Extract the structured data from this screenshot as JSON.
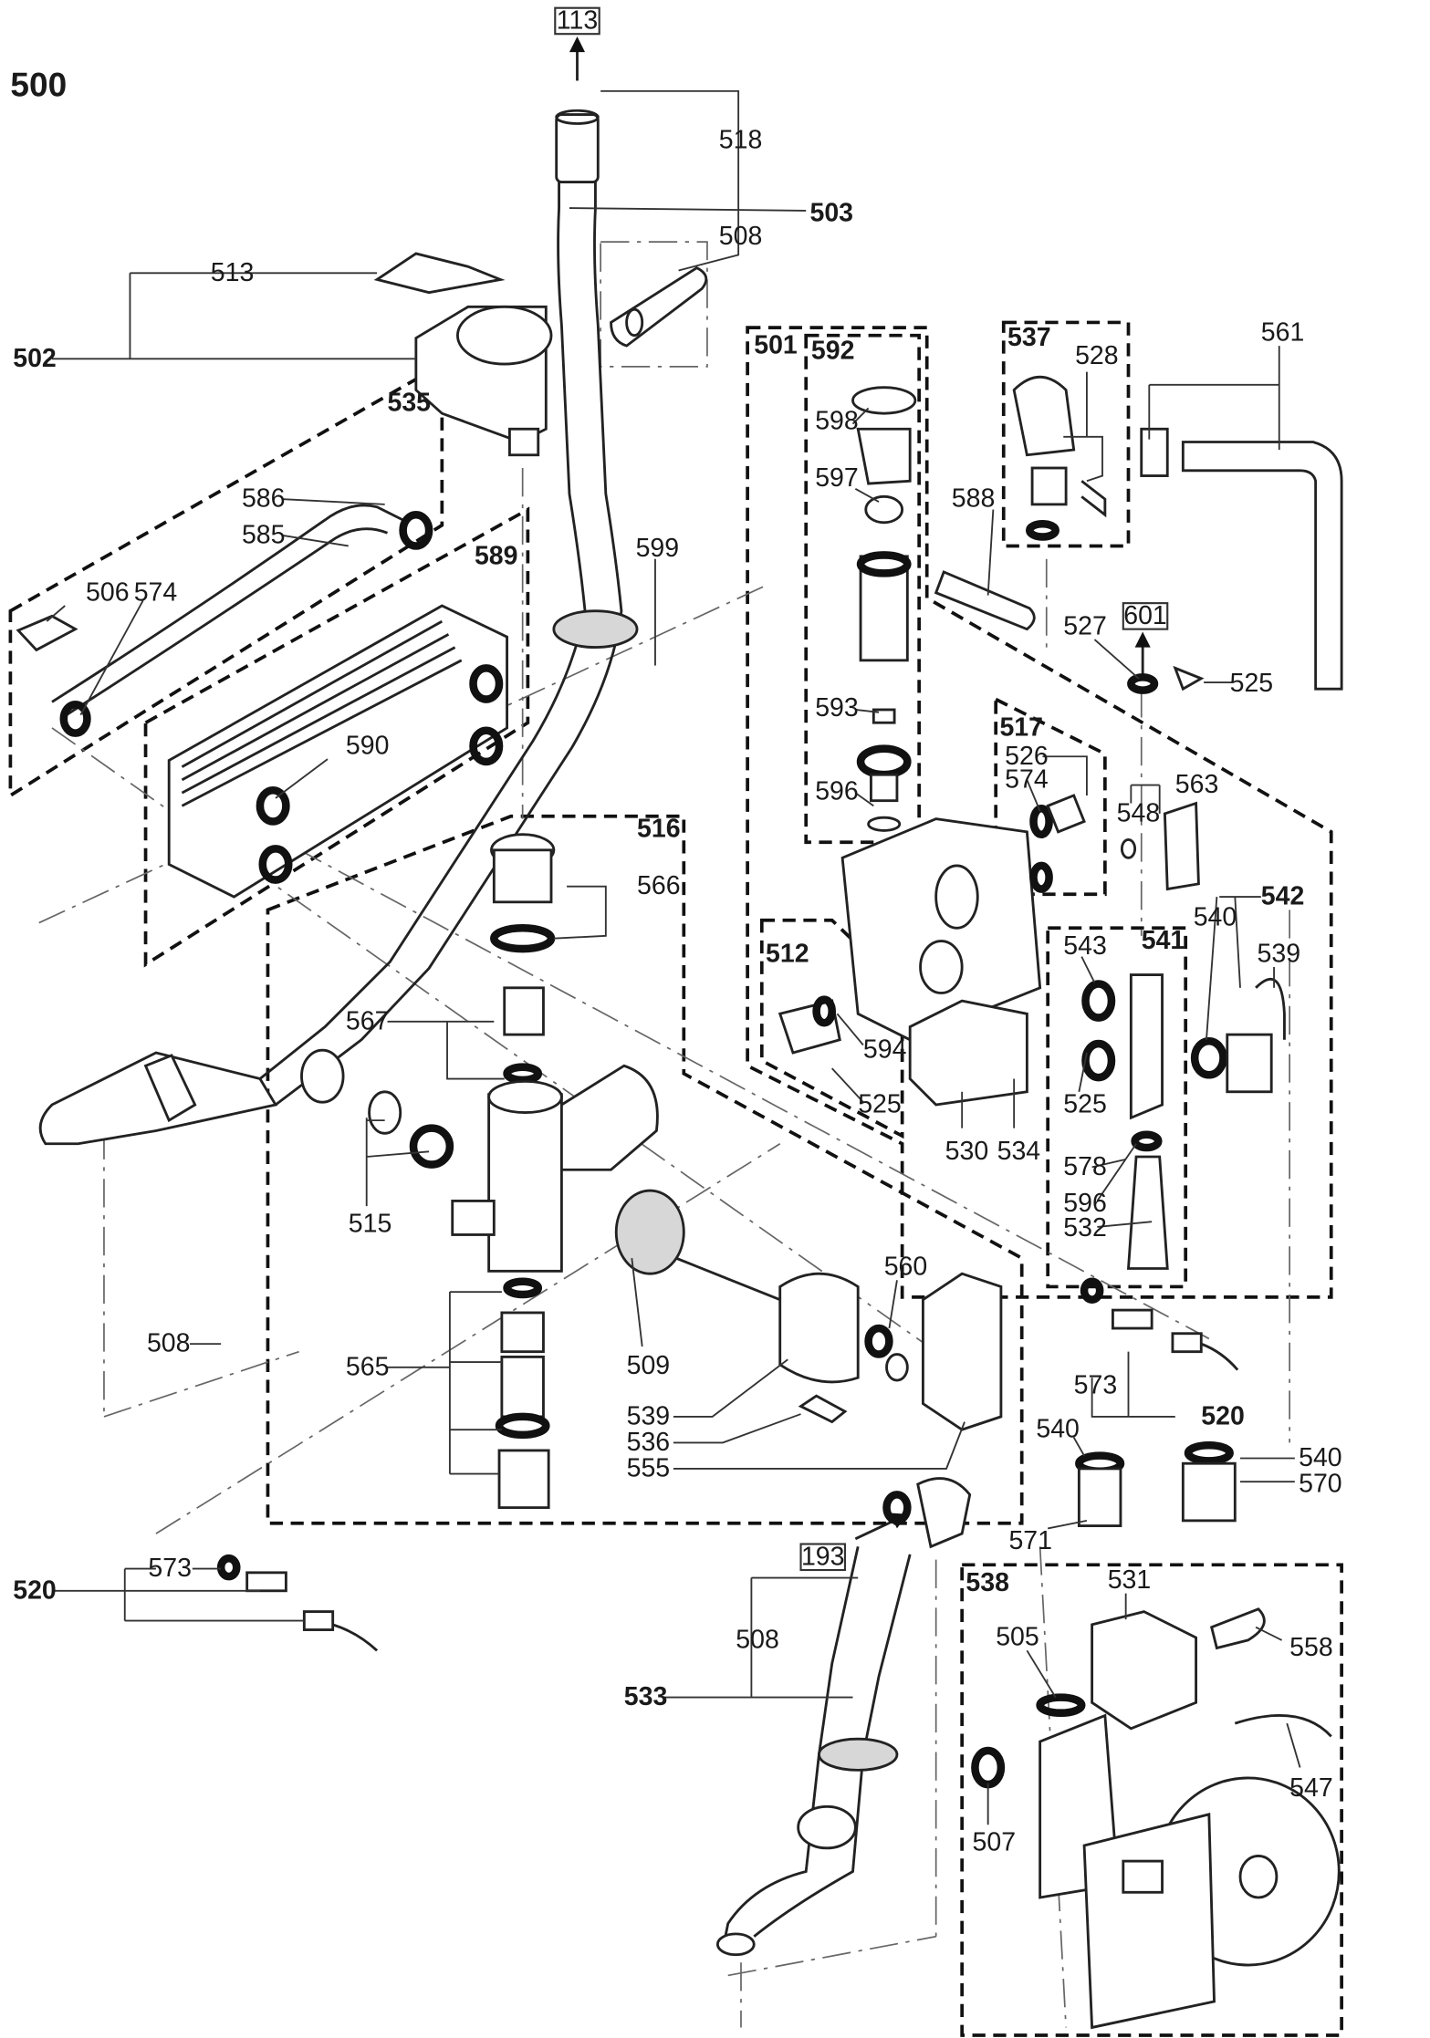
{
  "figure": {
    "number": "500",
    "references": [
      "113",
      "601",
      "193"
    ]
  },
  "groups": [
    "501",
    "592",
    "537",
    "517",
    "541",
    "512",
    "516",
    "589",
    "535",
    "538"
  ],
  "labels": {
    "l518": "518",
    "l503": "503",
    "l508a": "508",
    "l513": "513",
    "l502": "502",
    "l535": "535",
    "l586": "586",
    "l585": "585",
    "l589": "589",
    "l506": "506",
    "l574a": "574",
    "l590": "590",
    "l599": "599",
    "l501": "501",
    "l592": "592",
    "l598": "598",
    "l597": "597",
    "l593": "593",
    "l596a": "596",
    "l537": "537",
    "l528": "528",
    "l561": "561",
    "l588": "588",
    "l527": "527",
    "l525a": "525",
    "l517": "517",
    "l526": "526",
    "l574b": "574",
    "l563": "563",
    "l548": "548",
    "l516": "516",
    "l566": "566",
    "l542": "542",
    "l540a": "540",
    "l539a": "539",
    "l541": "541",
    "l543": "543",
    "l512": "512",
    "l594": "594",
    "l525b": "525",
    "l525c": "525",
    "l530": "530",
    "l534": "534",
    "l567": "567",
    "l578": "578",
    "l596b": "596",
    "l532": "532",
    "l515": "515",
    "l560": "560",
    "l508b": "508",
    "l509": "509",
    "l565": "565",
    "l573a": "573",
    "l539b": "539",
    "l536": "536",
    "l555": "555",
    "l520a": "520",
    "l540b": "540",
    "l540c": "540",
    "l570": "570",
    "l571": "571",
    "l573b": "573",
    "l520b": "520",
    "l508c": "508",
    "l533": "533",
    "l538": "538",
    "l531": "531",
    "l505": "505",
    "l558": "558",
    "l547": "547",
    "l507": "507"
  },
  "colors": {
    "line": "#222222",
    "gasket": "#d7d7d7",
    "background": "#ffffff"
  }
}
